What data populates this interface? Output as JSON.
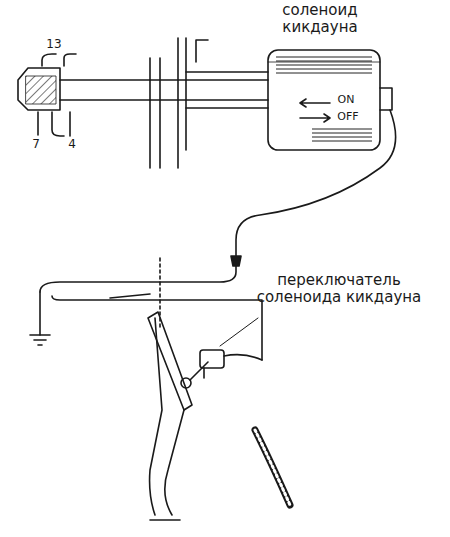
{
  "diagram": {
    "labels": [
      "соленоид кикдауна",
      "ON",
      "OFF",
      "13",
      "7",
      "4",
      "переключатель соленоида кикдауна"
    ]
  }
}
